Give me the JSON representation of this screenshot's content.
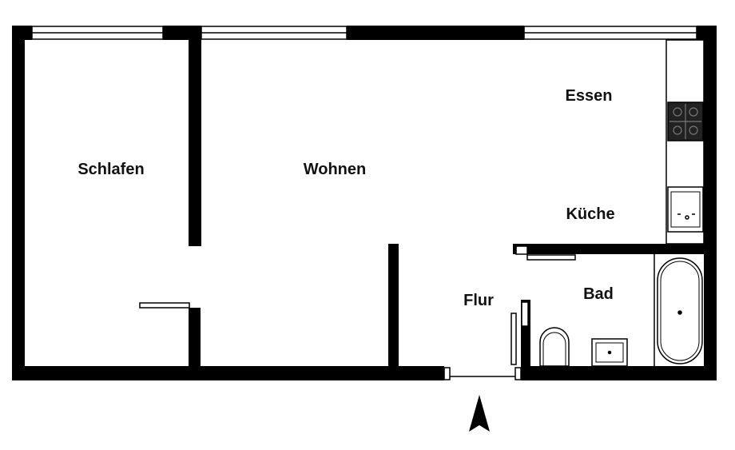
{
  "plan": {
    "rooms": {
      "schlafen": "Schlafen",
      "wohnen": "Wohnen",
      "essen": "Essen",
      "kueche": "Küche",
      "flur": "Flur",
      "bad": "Bad"
    },
    "colors": {
      "wall": "#000000",
      "background": "#ffffff",
      "fixture_outline": "#111111"
    }
  }
}
